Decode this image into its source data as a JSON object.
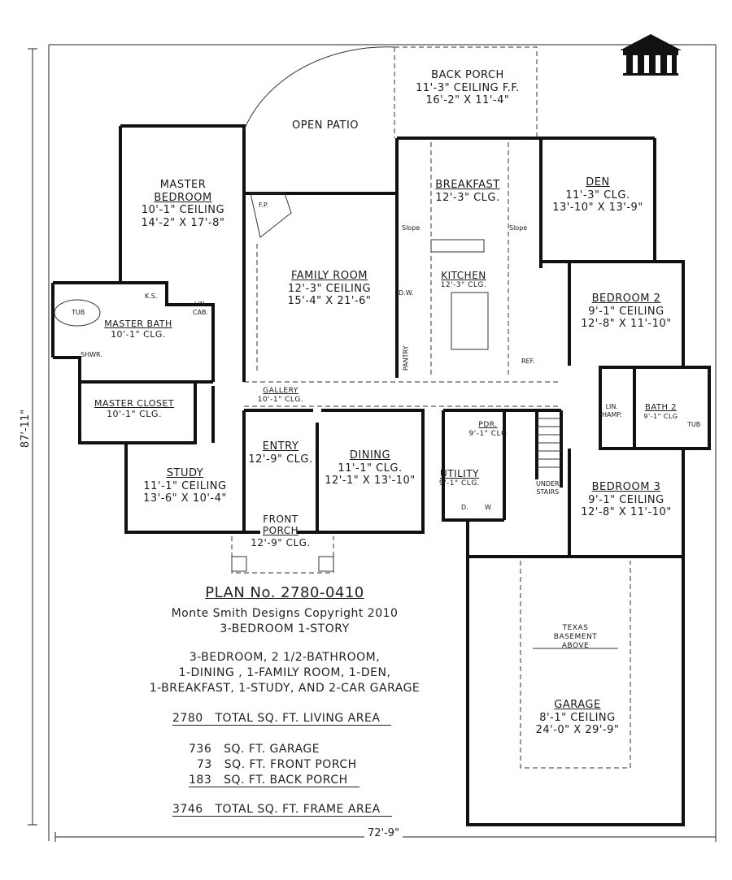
{
  "rooms": {
    "back_porch": {
      "name": "BACK PORCH",
      "line1": "11'-3\" CEILING F.F.",
      "line2": "16'-2\" X 11'-4\""
    },
    "open_patio": {
      "name": "OPEN PATIO"
    },
    "master_bedroom": {
      "name1": "MASTER",
      "name2": "BEDROOM",
      "line1": "10'-1\" CEILING",
      "line2": "14'-2\" X 17'-8\""
    },
    "breakfast": {
      "name": "BREAKFAST",
      "line1": "12'-3\" CLG."
    },
    "den": {
      "name": "DEN",
      "line1": "11'-3\" CLG.",
      "line2": "13'-10\" X 13'-9\""
    },
    "family_room": {
      "name": "FAMILY ROOM",
      "line1": "12'-3\" CEILING",
      "line2": "15'-4\" X 21'-6\""
    },
    "kitchen": {
      "name": "KITCHEN",
      "line1": "12'-3\" CLG."
    },
    "bedroom2": {
      "name": "BEDROOM 2",
      "line1": "9'-1\" CEILING",
      "line2": "12'-8\" X 11'-10\""
    },
    "master_bath": {
      "name": "MASTER BATH",
      "line1": "10'-1\" CLG."
    },
    "master_closet": {
      "name": "MASTER CLOSET",
      "line1": "10'-1\" CLG."
    },
    "gallery": {
      "name": "GALLERY",
      "line1": "10'-1\" CLG."
    },
    "entry": {
      "name": "ENTRY",
      "line1": "12'-9\" CLG."
    },
    "dining": {
      "name": "DINING",
      "line1": "11'-1\" CLG.",
      "line2": "12'-1\" X 13'-10\""
    },
    "study": {
      "name": "STUDY",
      "line1": "11'-1\" CEILING",
      "line2": "13'-6\" X 10'-4\""
    },
    "front_porch": {
      "name1": "FRONT",
      "name2": "PORCH",
      "line1": "12'-9\" CLG."
    },
    "pdr": {
      "name": "PDR.",
      "line1": "9'-1\" CLG"
    },
    "utility": {
      "name": "UTILITY",
      "line1": "9'-1\" CLG."
    },
    "bath2": {
      "name": "BATH 2",
      "line1": "9'-1\" CLG"
    },
    "bedroom3": {
      "name": "BEDROOM 3",
      "line1": "9'-1\" CEILING",
      "line2": "12'-8\" X 11'-10\""
    },
    "garage": {
      "name": "GARAGE",
      "line1": "8'-1\" CEILING",
      "line2": "24'-0\" X 29'-9\""
    },
    "basement": {
      "line1": "TEXAS",
      "line2": "BASEMENT",
      "line3": "ABOVE"
    }
  },
  "fixtures": {
    "fp": "F.P.",
    "slope_left": "Slope",
    "slope_right": "Slope",
    "dw": "D.W.",
    "pantry": "PANTRY",
    "ref": "REF.",
    "tub": "TUB",
    "ks": "K.S.",
    "lin_cab1": "LIN.",
    "lin_cab2": "CAB.",
    "shwr": "SHWR.",
    "lin_hamp1": "LIN.",
    "lin_hamp2": "HAMP.",
    "tub2": "TUB",
    "under1": "UNDER",
    "under2": "STAIRS",
    "d": "D.",
    "w": "W"
  },
  "dimensions": {
    "overall_depth": "87'-11\"",
    "overall_width": "72'-9\""
  },
  "info": {
    "plan_no": "PLAN No. 2780-0410",
    "copyright": "Monte Smith Designs Copyright 2010",
    "summary": "3-BEDROOM 1-STORY",
    "desc1": "3-BEDROOM, 2 1/2-BATHROOM,",
    "desc2": "1-DINING , 1-FAMILY ROOM, 1-DEN,",
    "desc3": "1-BREAKFAST, 1-STUDY, AND 2-CAR GARAGE",
    "living_num": "2780",
    "living_label": "TOTAL SQ. FT. LIVING AREA",
    "garage_num": "736",
    "garage_label": "SQ. FT. GARAGE",
    "front_num": "73",
    "front_label": "SQ. FT. FRONT PORCH",
    "back_num": "183",
    "back_label": "SQ. FT. BACK PORCH",
    "frame_num": "3746",
    "frame_label": "TOTAL SQ. FT. FRAME AREA"
  }
}
